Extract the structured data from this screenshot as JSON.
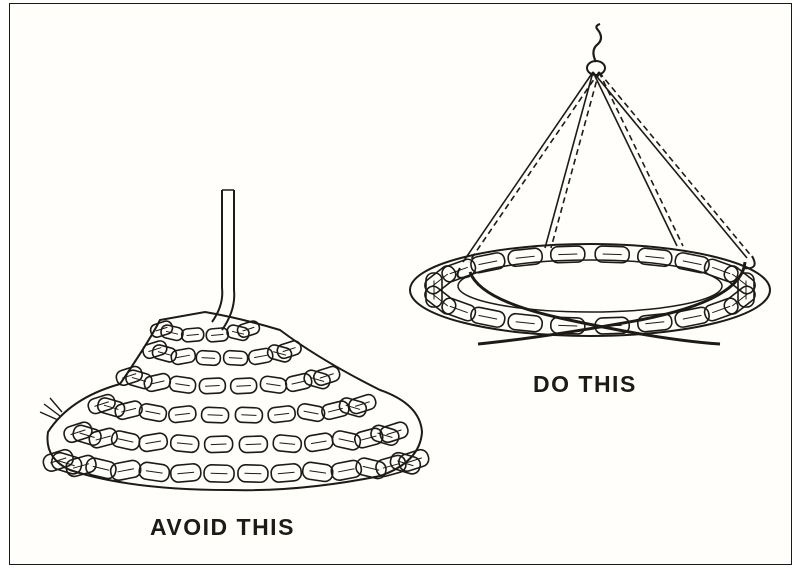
{
  "figure": {
    "panels": [
      {
        "id": "left",
        "caption": "AVOID THIS"
      },
      {
        "id": "right",
        "caption": "DO THIS"
      }
    ],
    "colors": {
      "ink": "#1e1a16",
      "paper": "#fffefb",
      "border": "#1a1a1a"
    }
  }
}
